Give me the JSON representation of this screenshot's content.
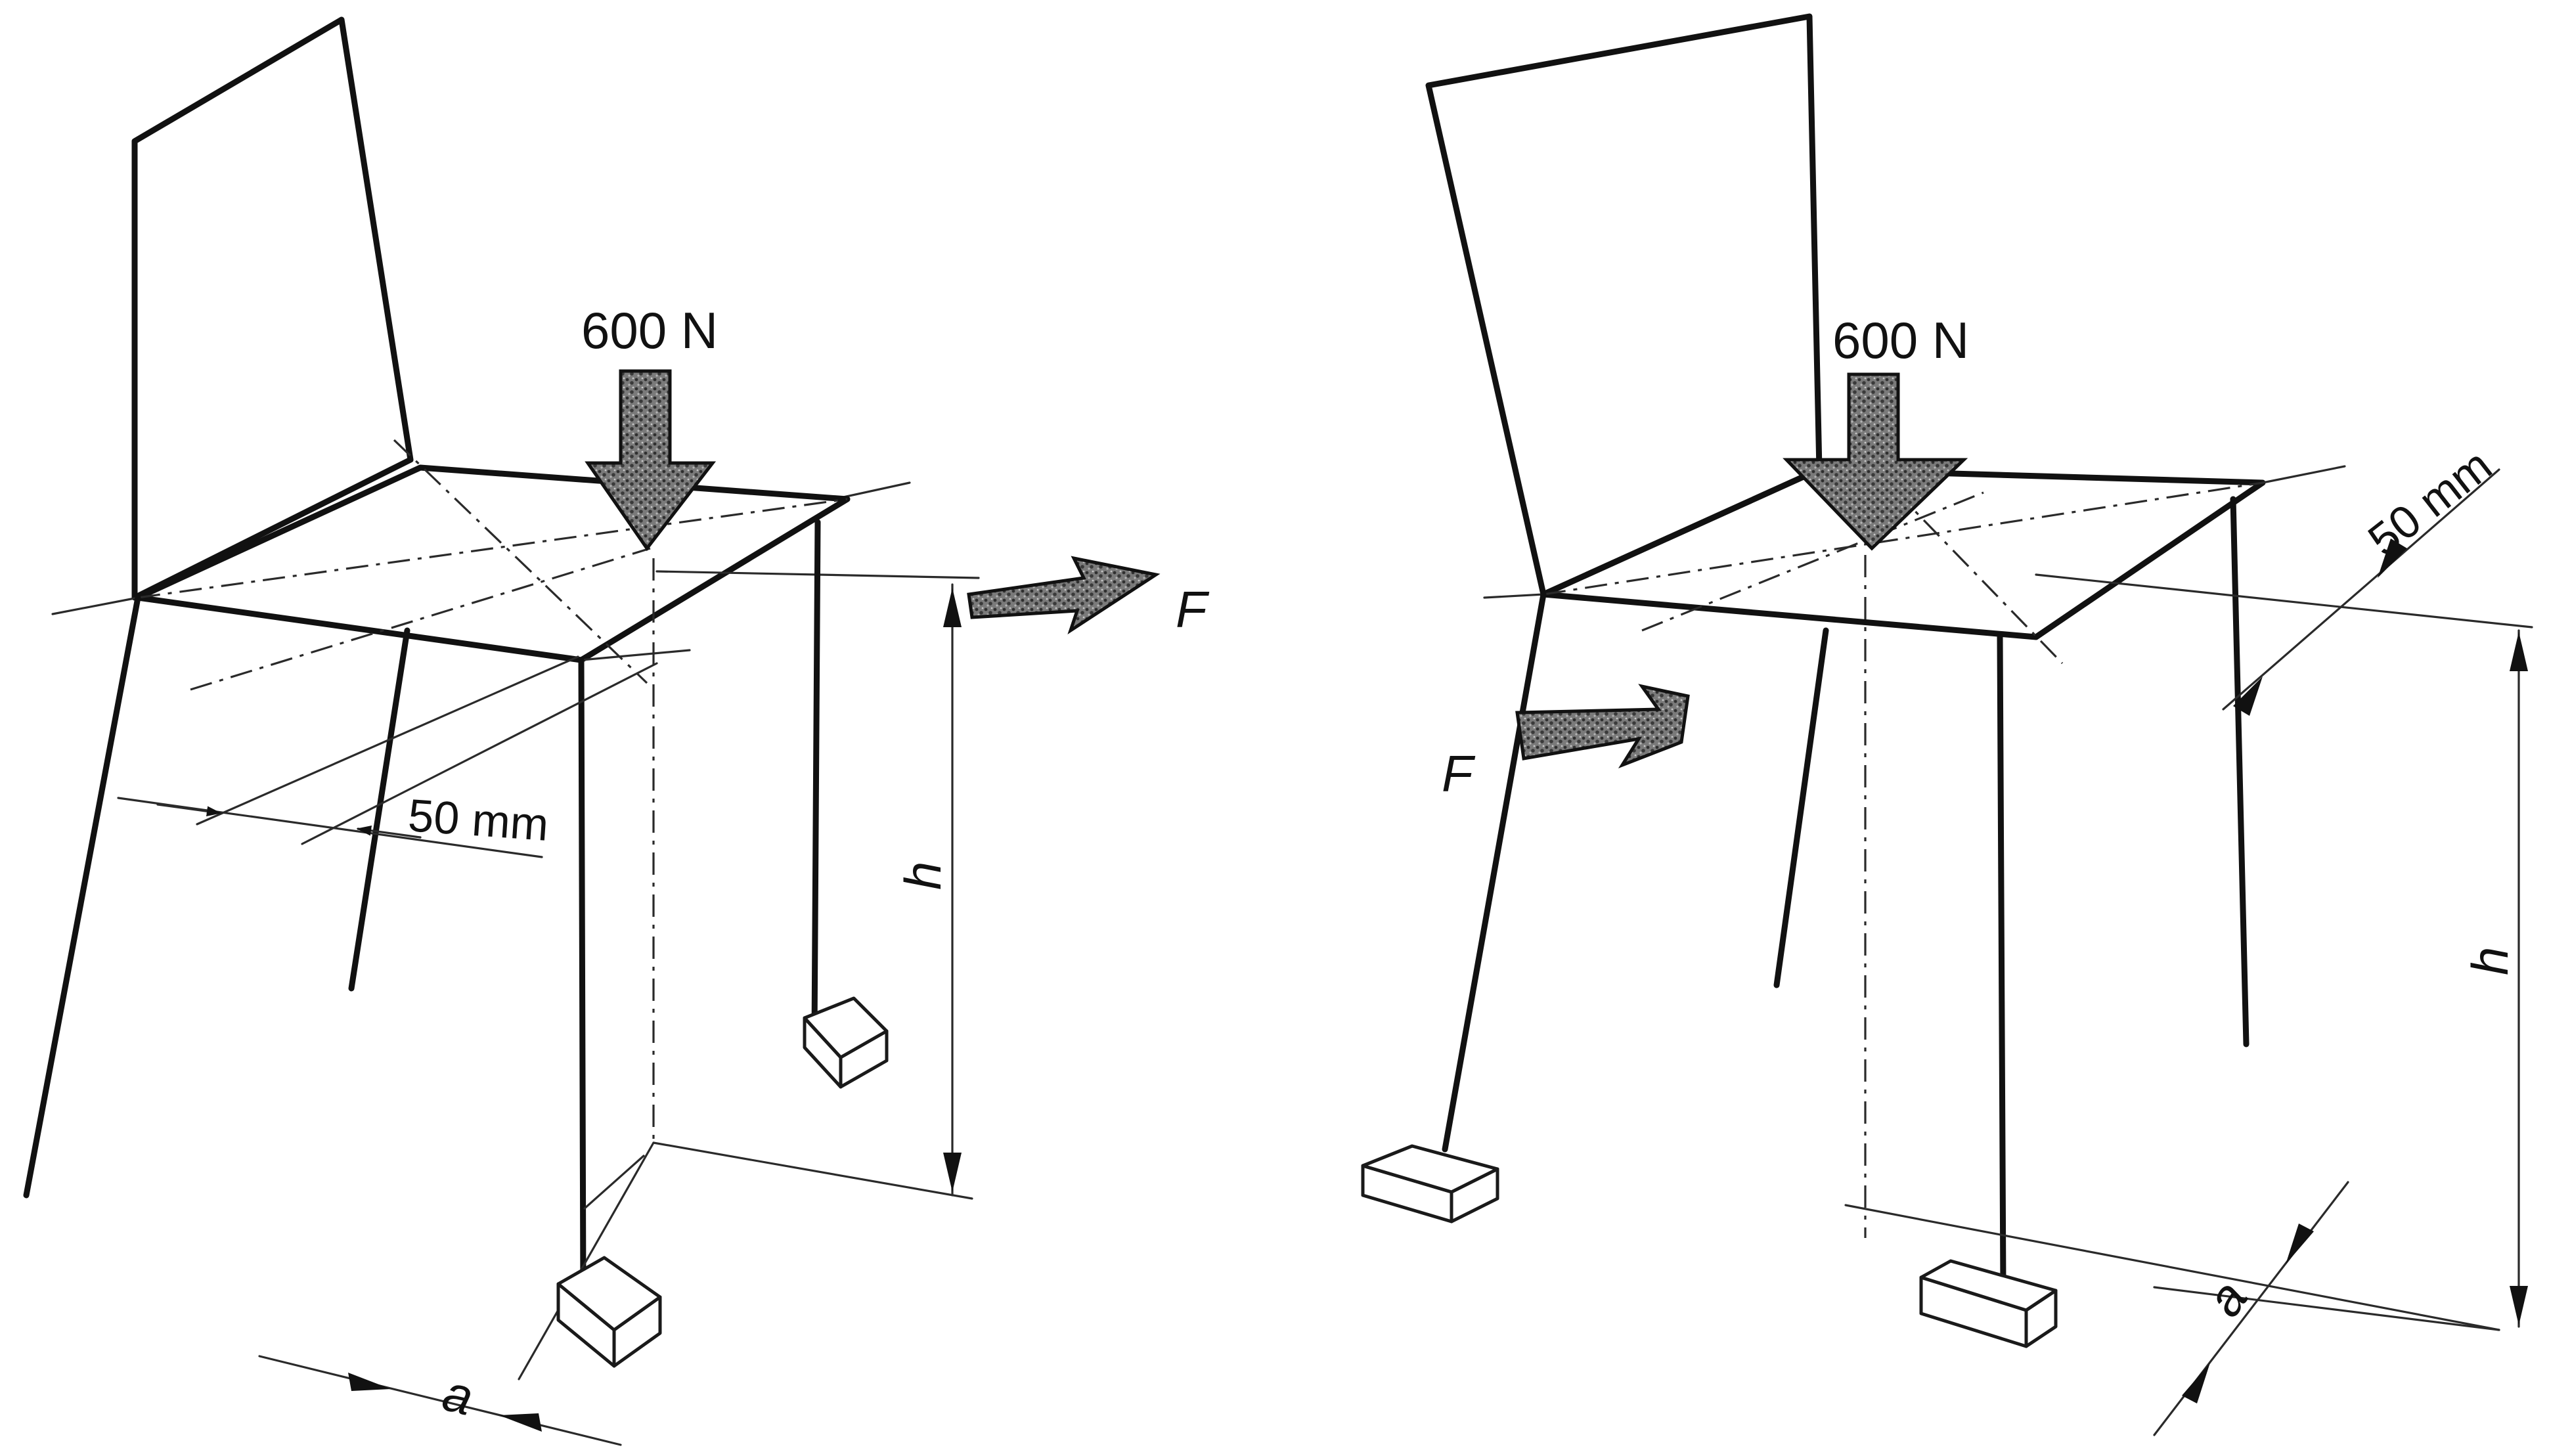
{
  "figure": {
    "panels": [
      {
        "id": "left",
        "vertical_load_label": "600 N",
        "horizontal_force_label": "F",
        "offset_label": "50 mm",
        "height_label": "h",
        "distance_label": "a"
      },
      {
        "id": "right",
        "vertical_load_label": "600 N",
        "horizontal_force_label": "F",
        "offset_label": "50 mm",
        "height_label": "h",
        "distance_label": "a"
      }
    ],
    "colors": {
      "line": "#1a1a1a",
      "force_arrow_fill": "#6b6b6b",
      "force_arrow_texture": "#3a3a3a",
      "background": "#ffffff"
    }
  }
}
